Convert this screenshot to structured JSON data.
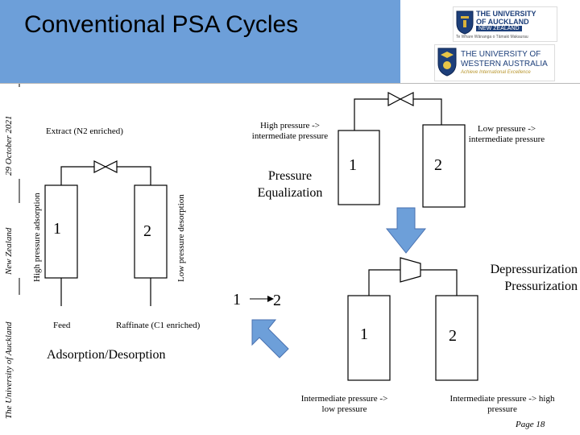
{
  "header": {
    "title": "Conventional PSA Cycles",
    "logo_auckland": {
      "line1": "THE UNIVERSITY",
      "line2": "OF AUCKLAND",
      "line3": "NEW ZEALAND",
      "tagline": "Te Whare Wānanga o Tāmaki Makaurau"
    },
    "logo_uwa": {
      "line1": "THE UNIVERSITY OF",
      "line2": "WESTERN AUSTRALIA",
      "tagline": "Achieve International Excellence"
    }
  },
  "sidebar": {
    "university": "The University of Auckland",
    "country": "New Zealand",
    "date": "29 October 2021"
  },
  "adsorption": {
    "extract_label": "Extract (N2 enriched)",
    "left_side_label": "High pressure adsorption",
    "right_side_label": "Low pressure desorption",
    "column1": "1",
    "column2": "2",
    "feed_label": "Feed",
    "raffinate_label": "Raffinate (C1 enriched)",
    "section_title": "Adsorption/Desorption"
  },
  "equalization": {
    "high_label": "High pressure -> intermediate pressure",
    "low_label": "Low pressure -> intermediate pressure",
    "title": "Pressure Equalization",
    "column1": "1",
    "column2": "2"
  },
  "depressurization": {
    "title": "Depressurization Pressurization",
    "column1": "1",
    "column2": "2",
    "label1": "Intermediate pressure -> low pressure",
    "label2": "Intermediate pressure -> high pressure"
  },
  "cycle": {
    "step1": "1",
    "step2": "2"
  },
  "footer": {
    "page": "Page 18"
  },
  "colors": {
    "header_bg": "#6d9fd9",
    "arrow_fill": "#6d9fd9",
    "arrow_stroke": "#4a72b0"
  }
}
